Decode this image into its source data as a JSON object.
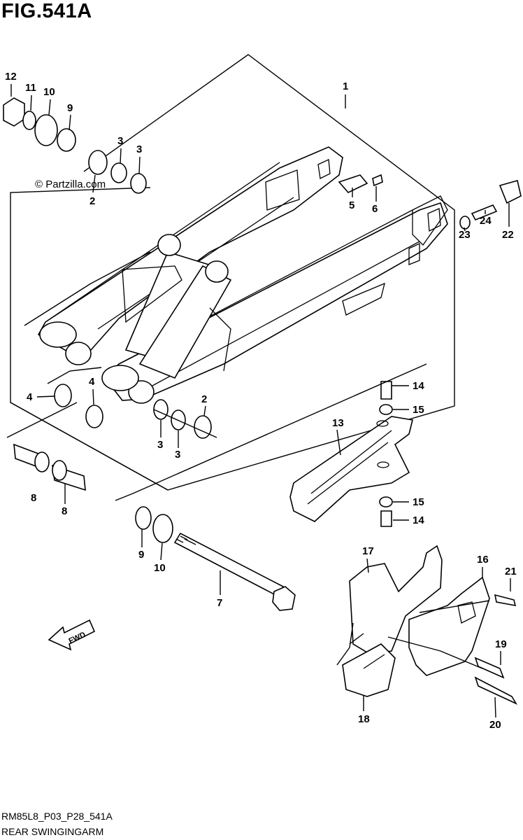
{
  "figure_title": "FIG.541A",
  "watermark": "© Partzilla.com",
  "fwd_label": "FWD",
  "footer": {
    "code": "RM85L8_P03_P28_541A",
    "name": "REAR SWINGINGARM"
  },
  "callouts": [
    "1",
    "2",
    "3",
    "3",
    "2",
    "4",
    "4",
    "3",
    "3",
    "2",
    "5",
    "6",
    "7",
    "8",
    "8",
    "9",
    "9",
    "10",
    "10",
    "11",
    "12",
    "13",
    "14",
    "14",
    "15",
    "15",
    "16",
    "17",
    "18",
    "19",
    "20",
    "21",
    "22",
    "23",
    "24"
  ]
}
